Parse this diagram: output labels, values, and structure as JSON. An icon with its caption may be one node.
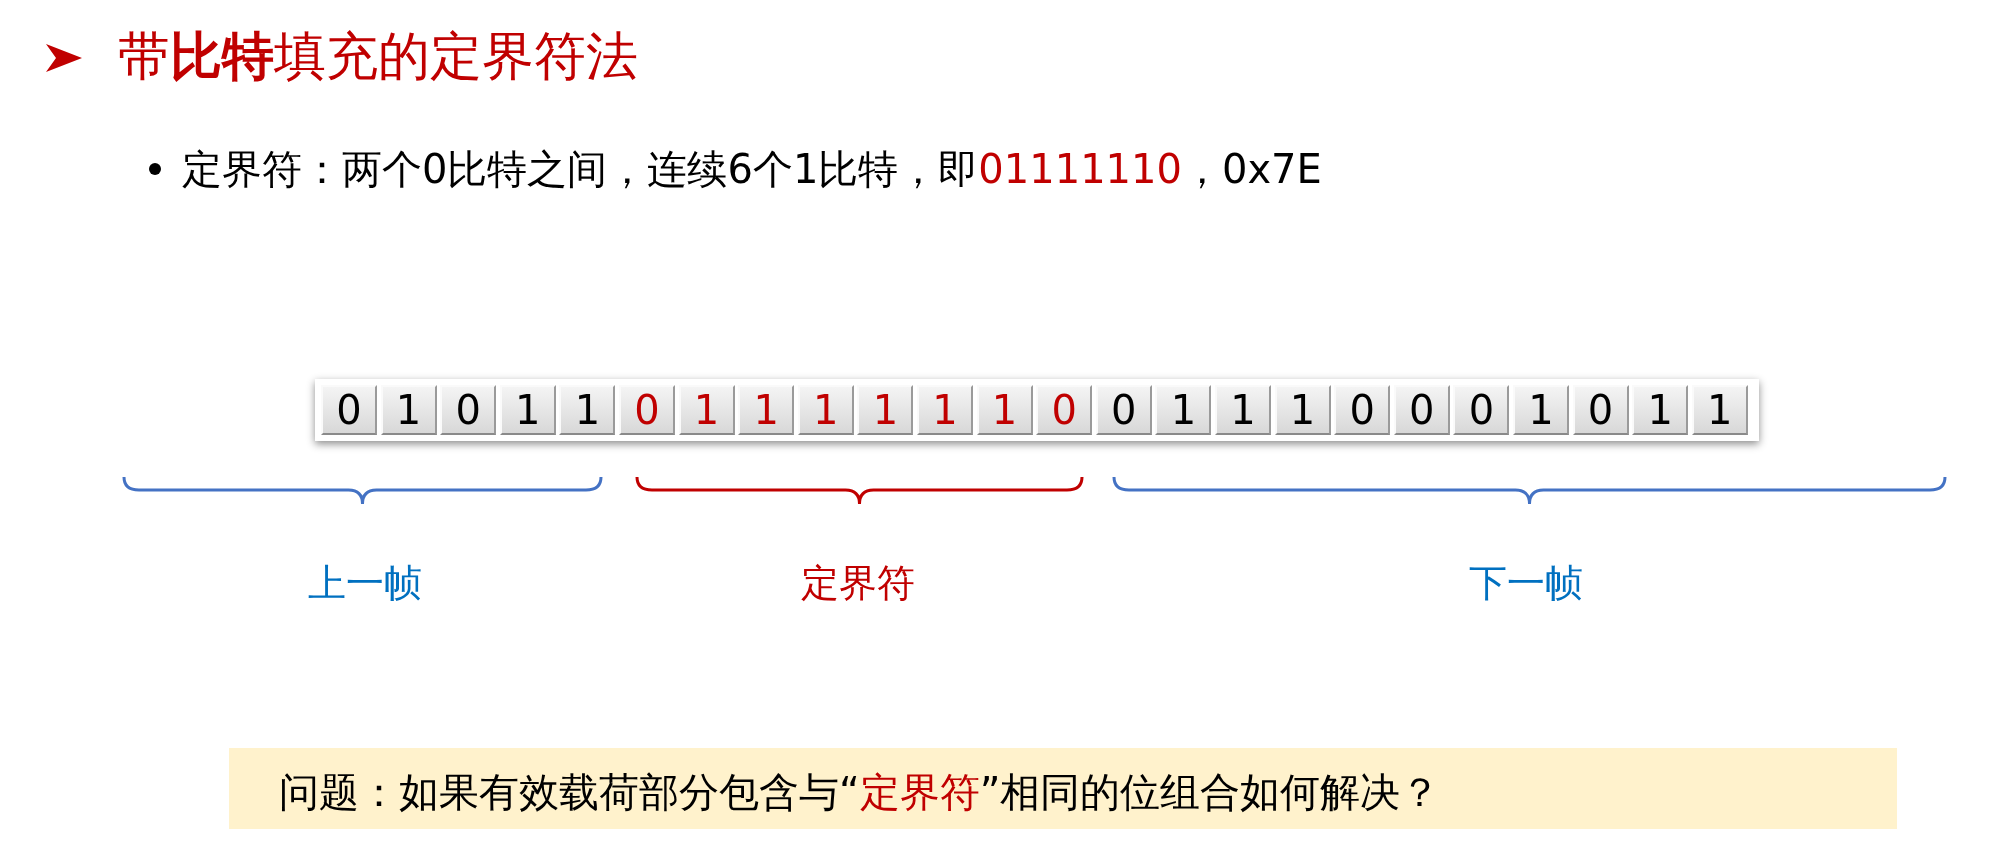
{
  "diagram": {
    "title": "带**比特**填充的定界符法",
    "nodes": [
      {
        "text": [
          "0"
        ]
      },
      {
        "text": [
          "1"
        ]
      },
      {
        "text": [
          "0"
        ]
      },
      {
        "text": [
          "1"
        ]
      },
      {
        "text": [
          "1"
        ]
      },
      {
        "text": [
          "0"
        ]
      },
      {
        "text": [
          "1"
        ]
      },
      {
        "text": [
          "1"
        ]
      },
      {
        "text": [
          "1"
        ]
      },
      {
        "text": [
          "1"
        ]
      },
      {
        "text": [
          "1"
        ]
      },
      {
        "text": [
          "1"
        ]
      },
      {
        "text": [
          "0"
        ]
      },
      {
        "text": [
          "0"
        ]
      },
      {
        "text": [
          "1"
        ]
      },
      {
        "text": [
          "1"
        ]
      },
      {
        "text": [
          "1"
        ]
      },
      {
        "text": [
          "0"
        ]
      },
      {
        "text": [
          "0"
        ]
      },
      {
        "text": [
          "0"
        ]
      },
      {
        "text": [
          "1"
        ]
      },
      {
        "text": [
          "0"
        ]
      },
      {
        "text": [
          "1"
        ]
      },
      {
        "text": [
          "1"
        ]
      },
      {
        "text": [
          "问题：如果有效载荷部分包含与“",
          "定界符",
          "”相同的位组合如何解决？"
        ]
      }
    ],
    "labels": [
      "定界符：两个0比特之间，连续6个1比特，即",
      "01111110",
      "，0x7E",
      "上一帧",
      "定界符",
      "下一帧"
    ]
  }
}
